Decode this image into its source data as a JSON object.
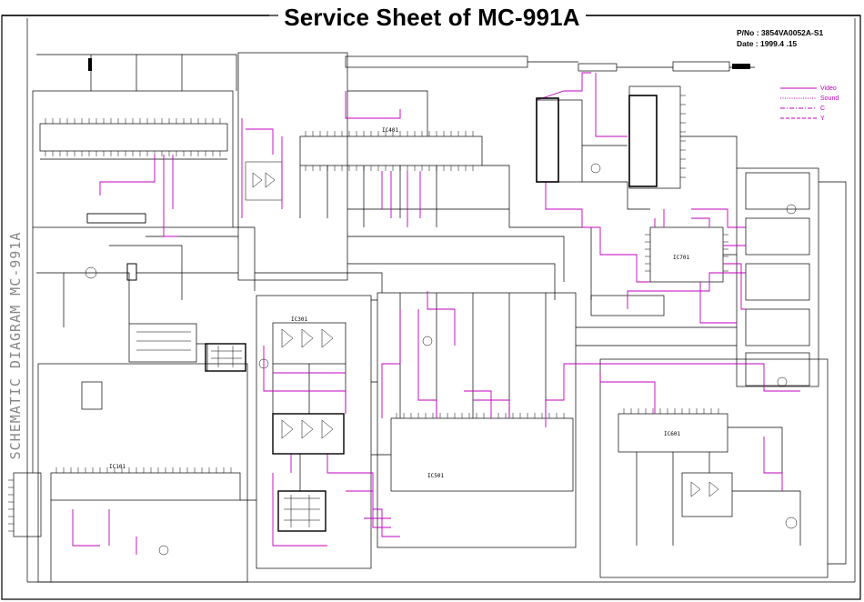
{
  "title": "Service Sheet of MC-991A",
  "meta": {
    "part_no": "P/No : 3854VA0052A-S1",
    "date": "Date : 1999.4 .15"
  },
  "legend": [
    {
      "label": "Video",
      "style": "solid"
    },
    {
      "label": "Sound",
      "style": "dotted"
    },
    {
      "label": "C",
      "style": "dashdot"
    },
    {
      "label": "Y",
      "style": "dash"
    }
  ],
  "side_label": "SCHEMATIC  DIAGRAM    MC-991A",
  "ic_labels": {
    "ic501": "IC501",
    "ic101": "IC101",
    "ic401": "IC401",
    "ic301": "IC301",
    "ic601": "IC601",
    "ic701": "IC701"
  },
  "colors": {
    "trace": "#000000",
    "signal": "#c000c0",
    "background": "#ffffff"
  }
}
